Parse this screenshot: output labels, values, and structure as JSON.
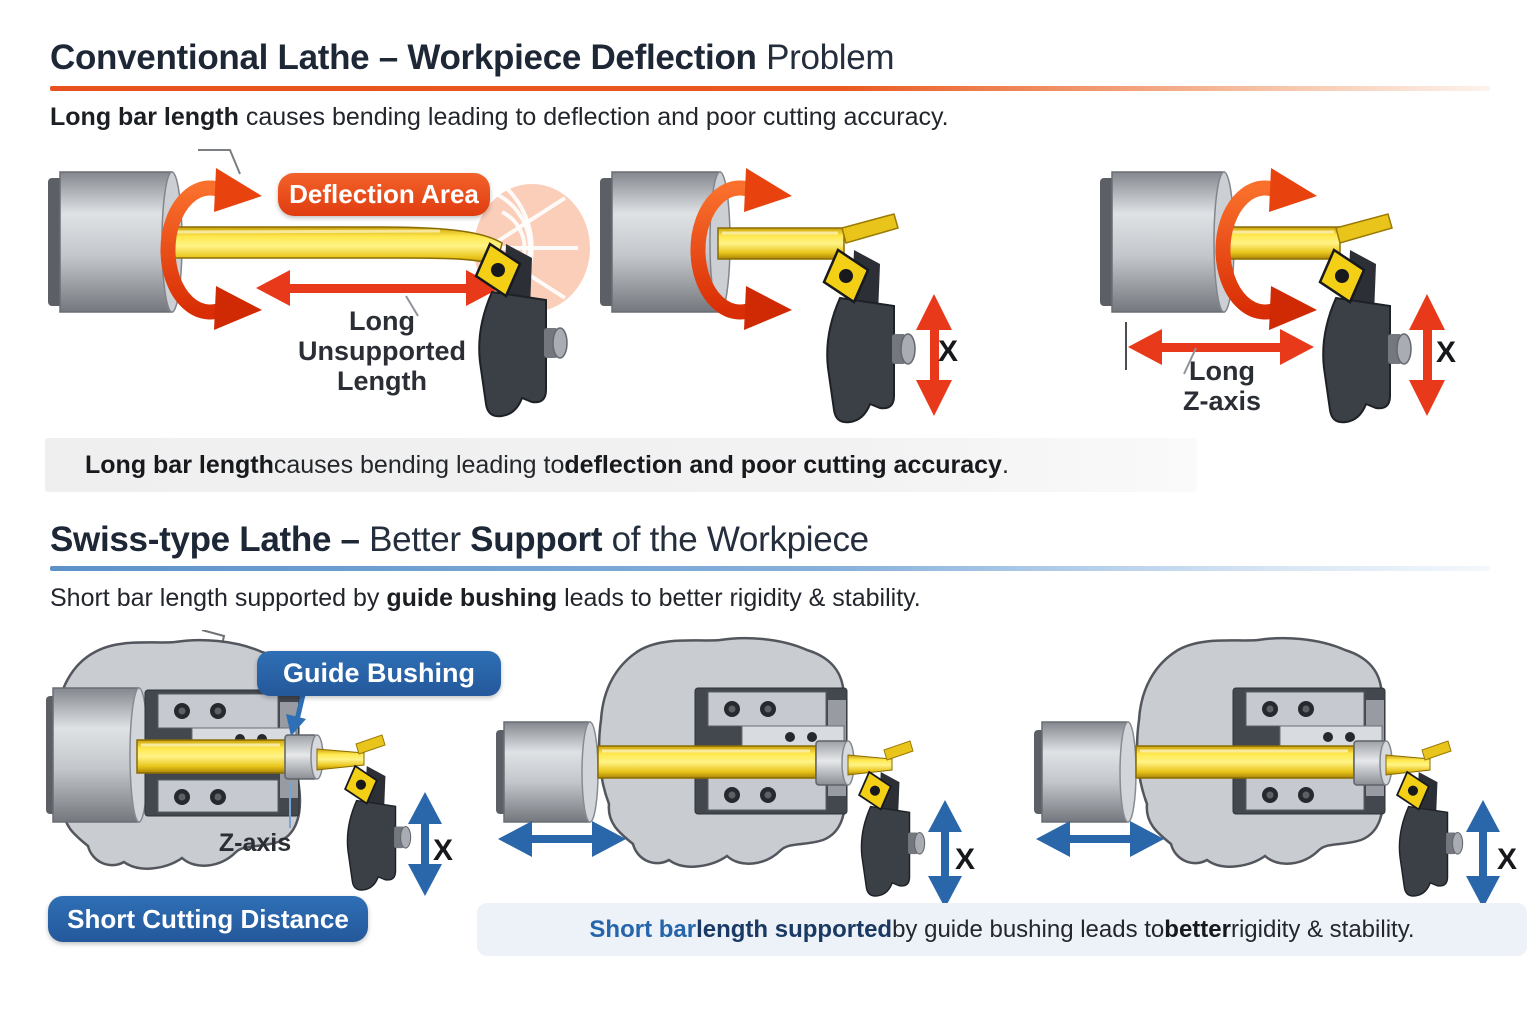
{
  "colors": {
    "accent_orange": "#e8511d",
    "accent_red": "#e8391a",
    "accent_blue": "#2a66aa",
    "bar_yellow": "#f6d91a",
    "heading": "#1d2736"
  },
  "section1": {
    "title_bold": "Conventional Lathe – Workpiece Deflection",
    "title_light": " Problem",
    "subtitle_bold": "Long bar length",
    "subtitle_rest": " causes bending leading to deflection and poor cutting accuracy.",
    "deflection_badge": "Deflection Area",
    "unsupported_label": [
      "Long",
      "Unsupported",
      "Length"
    ],
    "x_label_mid": "X",
    "z_label": [
      "Long",
      "Z-axis"
    ],
    "x_label_right": "X",
    "banner": {
      "bold1": "Long bar length",
      "mid": " causes bending leading to ",
      "bold2": "deflection and poor cutting accuracy",
      "tail": "."
    }
  },
  "section2": {
    "title_bold1": "Swiss-type Lathe – ",
    "title_light1": "Better ",
    "title_bold2": "Support",
    "title_light2": " of the Workpiece",
    "subtitle_pre": "Short bar length supported by ",
    "subtitle_bold": "guide bushing",
    "subtitle_post": " leads to better rigidity & stability.",
    "guide_bushing_badge": "Guide Bushing",
    "z_axis_label": "Z-axis",
    "x_label_1": "X",
    "x_label_2": "X",
    "x_label_3": "X",
    "short_cutting_badge": "Short Cutting Distance",
    "banner": {
      "blue1": "Short bar ",
      "blue2": "length supported",
      "mid": " by guide bushing leads to ",
      "bold": "better",
      "tail": " rigidity & stability."
    }
  }
}
